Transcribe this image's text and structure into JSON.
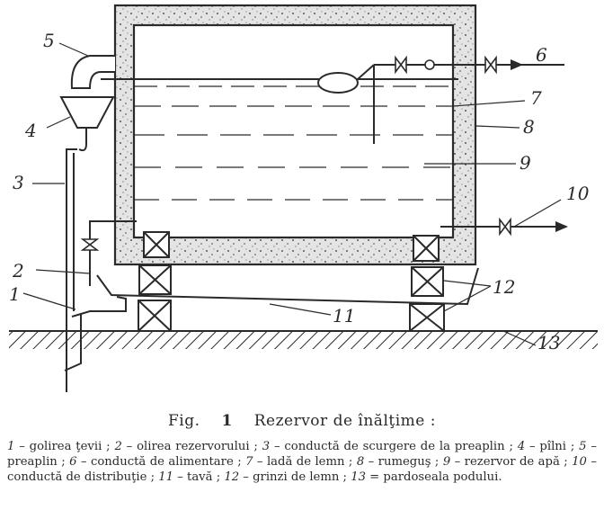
{
  "labels": {
    "l1": "1",
    "l2": "2",
    "l3": "3",
    "l4": "4",
    "l5": "5",
    "l6": "6",
    "l7": "7",
    "l8": "8",
    "l9": "9",
    "l10": "10",
    "l11": "11",
    "l12": "12",
    "l13": "13"
  },
  "caption": {
    "prefix": "Fig.",
    "number": "1",
    "title": "Rezervor de înălţime :"
  },
  "legend": [
    {
      "n": "1",
      "t": " – golirea ţevii ; "
    },
    {
      "n": "2",
      "t": " –  olirea rezervorului ; "
    },
    {
      "n": "3",
      "t": " – conductă de scurgere de la preaplin ; "
    },
    {
      "n": "4",
      "t": " – pîlni ; "
    },
    {
      "n": "5",
      "t": " – preaplin ; "
    },
    {
      "n": "6",
      "t": " – conductă de alimentare ; "
    },
    {
      "n": "7",
      "t": " – ladă de lemn ; "
    },
    {
      "n": "8",
      "t": " – rumeguş ; "
    },
    {
      "n": "9",
      "t": " – rezervor de apă ; "
    },
    {
      "n": "10",
      "t": " – conductă de distribuţie ; "
    },
    {
      "n": "11",
      "t": " – tavă ; "
    },
    {
      "n": "12",
      "t": " – grinzi de lemn ; "
    },
    {
      "n": "13",
      "t": " = pardoseala podului."
    }
  ]
}
